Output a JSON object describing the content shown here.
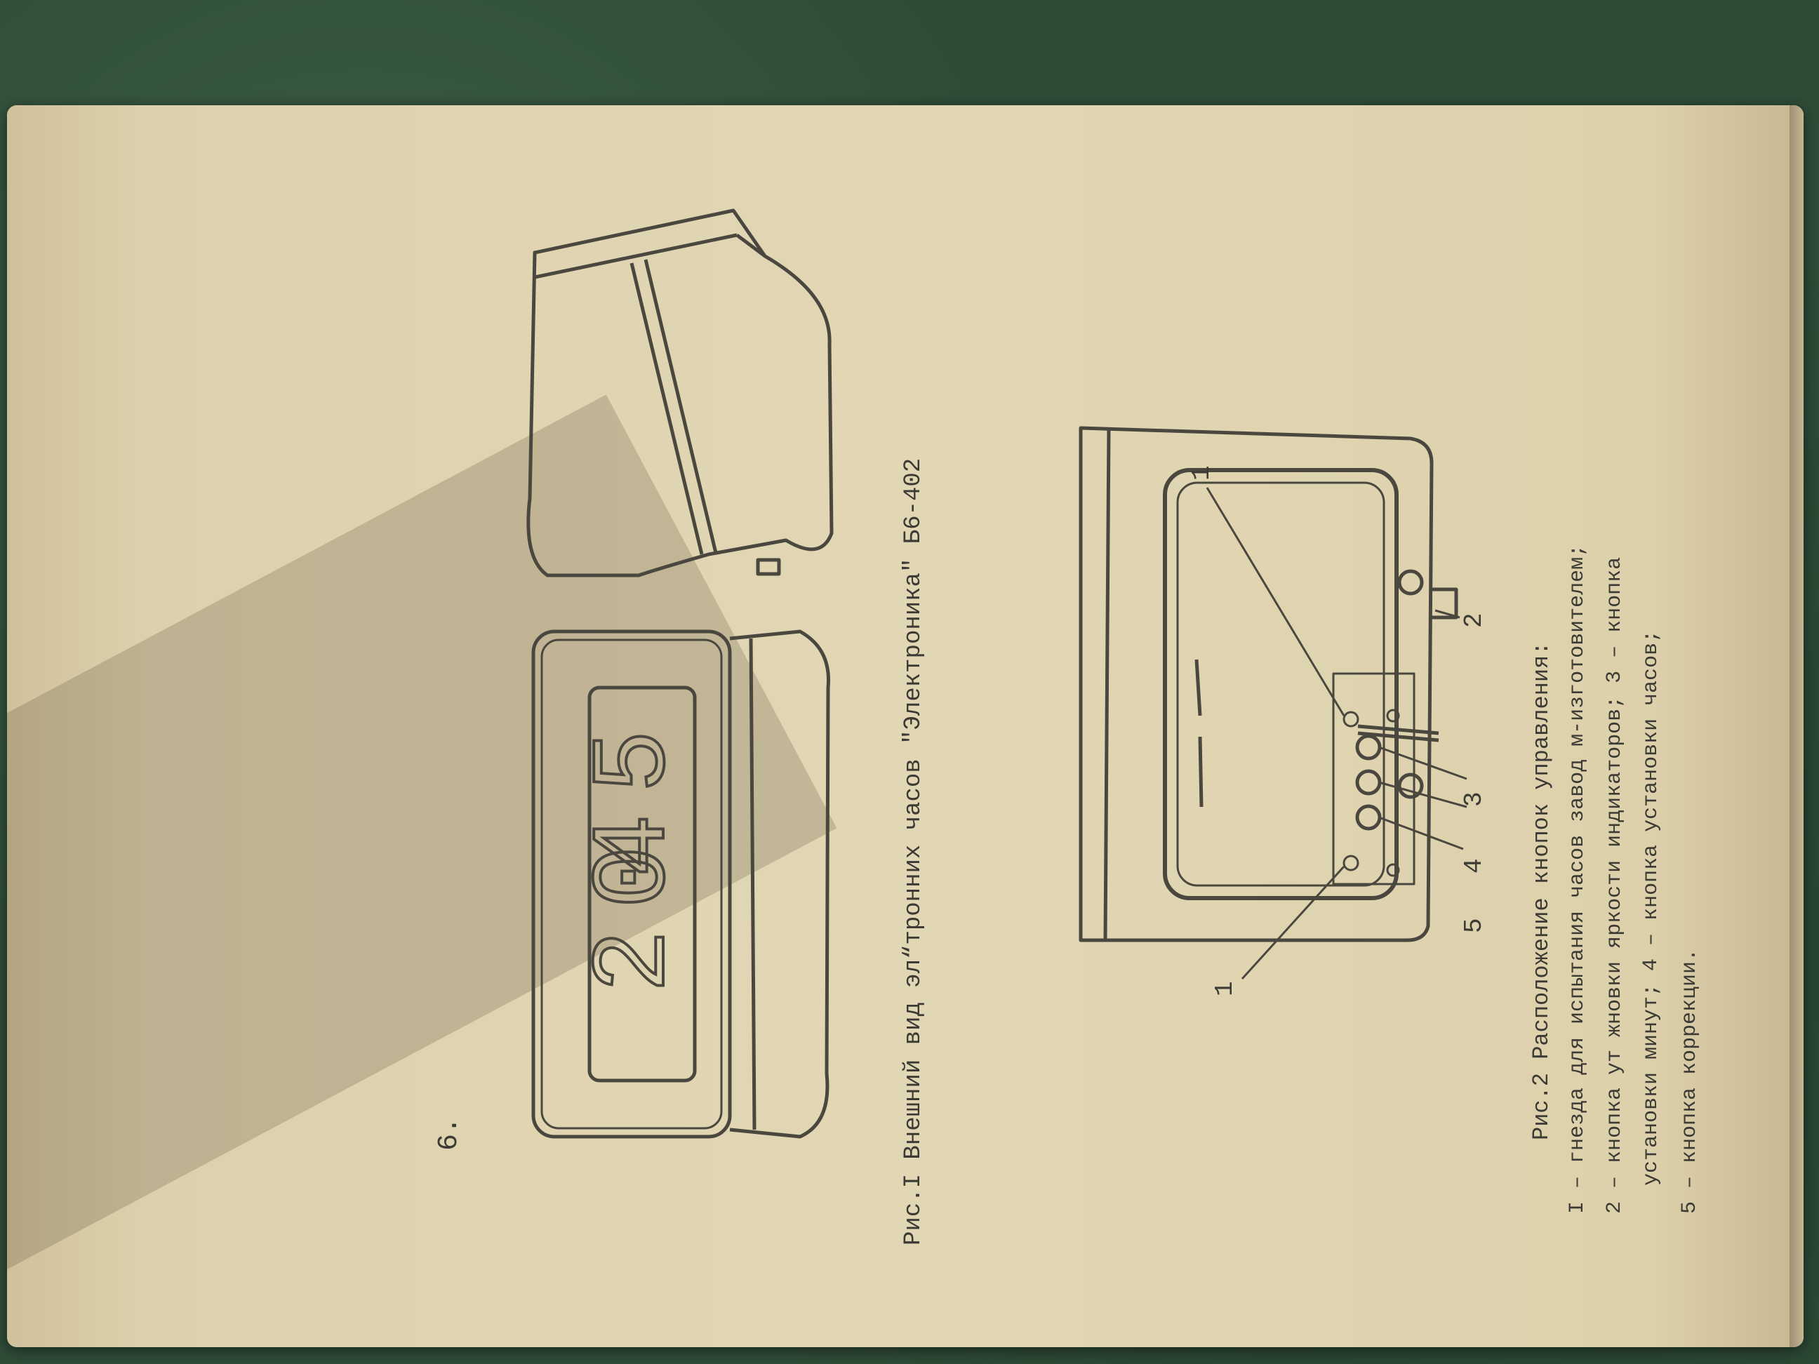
{
  "page_number": "6.",
  "figure1": {
    "caption": "Рис.I Внешний вид эл“тронних часов \"Электроника\" Б6-402",
    "display": {
      "digits_left": "20",
      "digits_right": "45"
    }
  },
  "figure2": {
    "caption_title": "Рис.2 Расположение кнопок управления:",
    "legend": [
      "I – гнезда для испытания часов завод м-изготовителем;",
      "2 – кнопка ут жновки яркости индикаторов; 3 – кнопка",
      "установки минут; 4 – кнопка установки часов;",
      "5 – кнопка коррекции."
    ],
    "callouts": [
      "1",
      "2",
      "3",
      "4",
      "5",
      "1"
    ]
  },
  "colors": {
    "paper": "#e2d7b5",
    "ink": "#3c3a34",
    "background_felt": "#2f4c37"
  }
}
